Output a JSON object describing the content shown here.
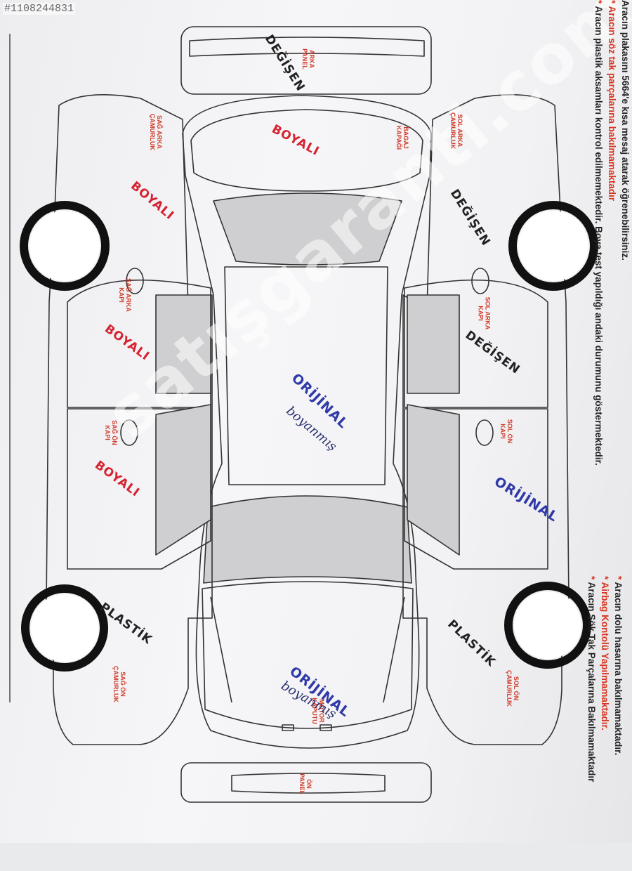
{
  "listing_id": "#1108244831",
  "watermark": "satışgaranti.com",
  "notes_top": {
    "line0": "Aracın plakasını 5664'e kısa mesaj atarak öğrenebilirsiniz.",
    "line1_a": "Aracın söz tak ",
    "line1_b": "parçalarına bakılmamaktadır",
    "line2_a": "Aracın plastik aksamları kontrol edilmemektedir.",
    "line2_b": "  Boya test yapıldığı andaki durumunu göstermektedir."
  },
  "notes_bottom": {
    "line0": "Aracın dolu hasarına bakılmamaktadır.",
    "line1": "Airbag Kontolü Yapılmamaktadır.",
    "line2": "Aracın Sök Tak Parçalarına Bakılmamaktadır"
  },
  "parts": {
    "arka_panel": "ARKA\nPANEL",
    "bagaj_kapagi": "BAGAJ\nKAPAĞI",
    "sag_arka_camurluk": "SAĞ ARKA\nÇAMURLUK",
    "sol_arka_camurluk": "SOL ARKA\nÇAMURLUK",
    "sag_arka_kapi": "SAĞ ARKA\nKAPI",
    "sol_arka_kapi": "SOL ARKA\nKAPI",
    "sag_on_kapi": "SAĞ ÖN\nKAPI",
    "sol_on_kapi": "SOL ÖN\nKAPI",
    "sag_on_camurluk": "SAĞ ÖN\nÇAMURLUK",
    "sol_on_camurluk": "SOL ÖN\nÇAMURLUK",
    "motor_kaputu": "MOTOR\nKAPUTU",
    "on_panel": "ÖN\nPANEL"
  },
  "stamps": {
    "arka_panel": "DEĞİŞEN",
    "bagaj": "BOYALI",
    "sag_arka_camurluk": "BOYALI",
    "sol_arka_camurluk": "DEĞİŞEN",
    "sag_arka_kapi": "BOYALI",
    "sol_arka_kapi": "DEĞİŞEN",
    "tavan": "ORİJİNAL",
    "sag_on_kapi": "BOYALI",
    "sol_on_kapi": "ORİJİNAL",
    "sag_on_camurluk": "PLASTİK",
    "sol_on_camurluk": "PLASTİK",
    "kaput": "ORİJİNAL"
  },
  "handwriting": {
    "tavan": "boyanmış",
    "kaput": "boyanmış"
  },
  "colors": {
    "stamp_red": "#d62231",
    "stamp_blue": "#2f3aa8",
    "label_red": "#cf3b2a"
  }
}
